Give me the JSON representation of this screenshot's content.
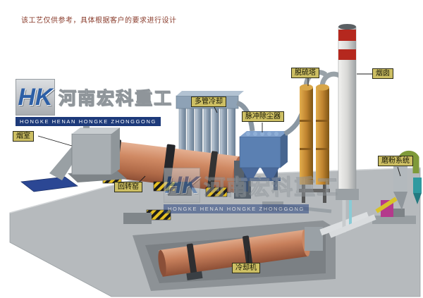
{
  "disclaimer": "该工艺仅供参考，具体根据客户的要求进行设计",
  "watermark": {
    "logo": "HK",
    "company_cn": "河南宏科重工",
    "company_en": "HONGKE HENAN HONGKE ZHONGGONG"
  },
  "equipment_labels": {
    "smoke_chamber": "烟室",
    "rotary_kiln": "回转窑",
    "multi_tube_cooler": "多管冷却",
    "pulse_dust_collector": "脉冲除尘器",
    "desulfurization_tower": "脱硫塔",
    "chimney": "烟囱",
    "grinding_system": "磨粉系统",
    "cooling_machine": "冷却机"
  },
  "colors": {
    "kiln_body": "#cf8a66",
    "dust_collector": "#5b80b2",
    "desulfurization_tower": "#c08430",
    "chimney_band_red": "#b5281e",
    "label_background": "#cdbf63",
    "platform_gray": "#b6babd",
    "logo_blue": "#2d5fa6"
  }
}
